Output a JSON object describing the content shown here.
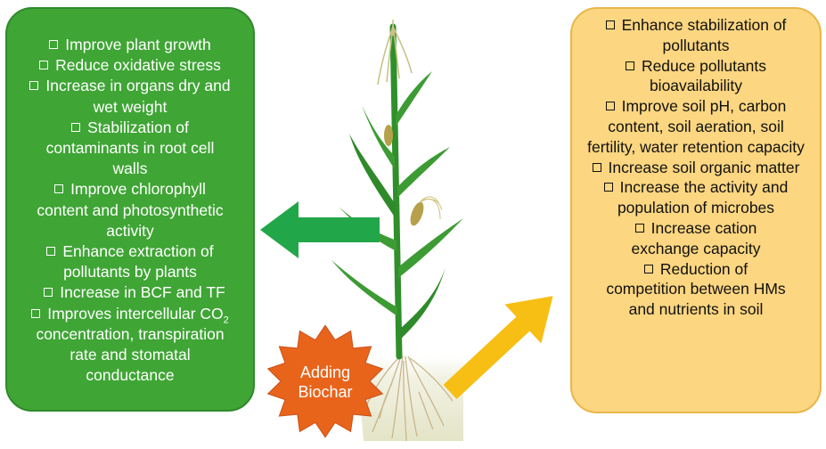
{
  "plant_effects": [
    "Improve plant growth",
    "Reduce oxidative stress",
    "Increase in organs dry and wet weight",
    "Stabilization of contaminants in root cell walls",
    "Improve chlorophyll content and photosynthetic activity",
    "Enhance extraction of pollutants by plants",
    "Increase in BCF and TF"
  ],
  "plant_effects_last": {
    "prefix": "Improves intercellular",
    "co": "CO",
    "sub": "2",
    "suffix": "concentration, transpiration rate and stomatal conductance"
  },
  "soil_effects": [
    "Enhance stabilization of pollutants",
    "Reduce pollutants bioavailability",
    "Improve soil pH, carbon content, soil aeration, soil fertility, water retention capacity",
    "Increase soil organic matter",
    "Increase the activity and population of microbes",
    "Increase cation exchange capacity",
    "Reduction of competition between HMs and nutrients in soil"
  ],
  "badge": {
    "label": "Adding Biochar"
  },
  "colors": {
    "left_panel": "#3fa535",
    "right_panel": "#fcd680",
    "left_arrow": "#22a64a",
    "right_arrow": "#f7be14",
    "badge": "#e8641b",
    "plant": "#2f8f2a"
  }
}
